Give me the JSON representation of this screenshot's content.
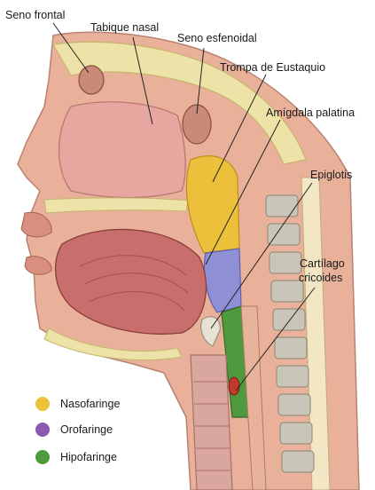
{
  "labels": {
    "frontal_sinus": "Seno frontal",
    "nasal_septum": "Tabique nasal",
    "sphenoid_sinus": "Seno esfenoidal",
    "eustachian_tube": "Trompa  de Eustaquio",
    "palatine_tonsil": "Amígdala palatina",
    "epiglottis": "Epiglotis",
    "cricoid_line1": "Cartílago",
    "cricoid_line2": "cricoides"
  },
  "legend": [
    {
      "label": "Nasofaringe",
      "color": "#ecc03a"
    },
    {
      "label": "Orofaringe",
      "color": "#8e58b0"
    },
    {
      "label": "Hipofaringe",
      "color": "#4f9a3e"
    }
  ],
  "colors": {
    "skin": "#e9b09a",
    "skin_dark": "#c98a78",
    "nasal_cavity": "#e7a7a0",
    "bone": "#ede3a8",
    "bone_edge": "#c6b56a",
    "tongue": "#c86e6c",
    "tongue_lines": "#a8504e",
    "spine_body": "#c9c5b8",
    "trachea": "#d9a79e",
    "naso": "#ecc03a",
    "oro": "#8f8fd6",
    "hypo": "#4f9a3e"
  }
}
